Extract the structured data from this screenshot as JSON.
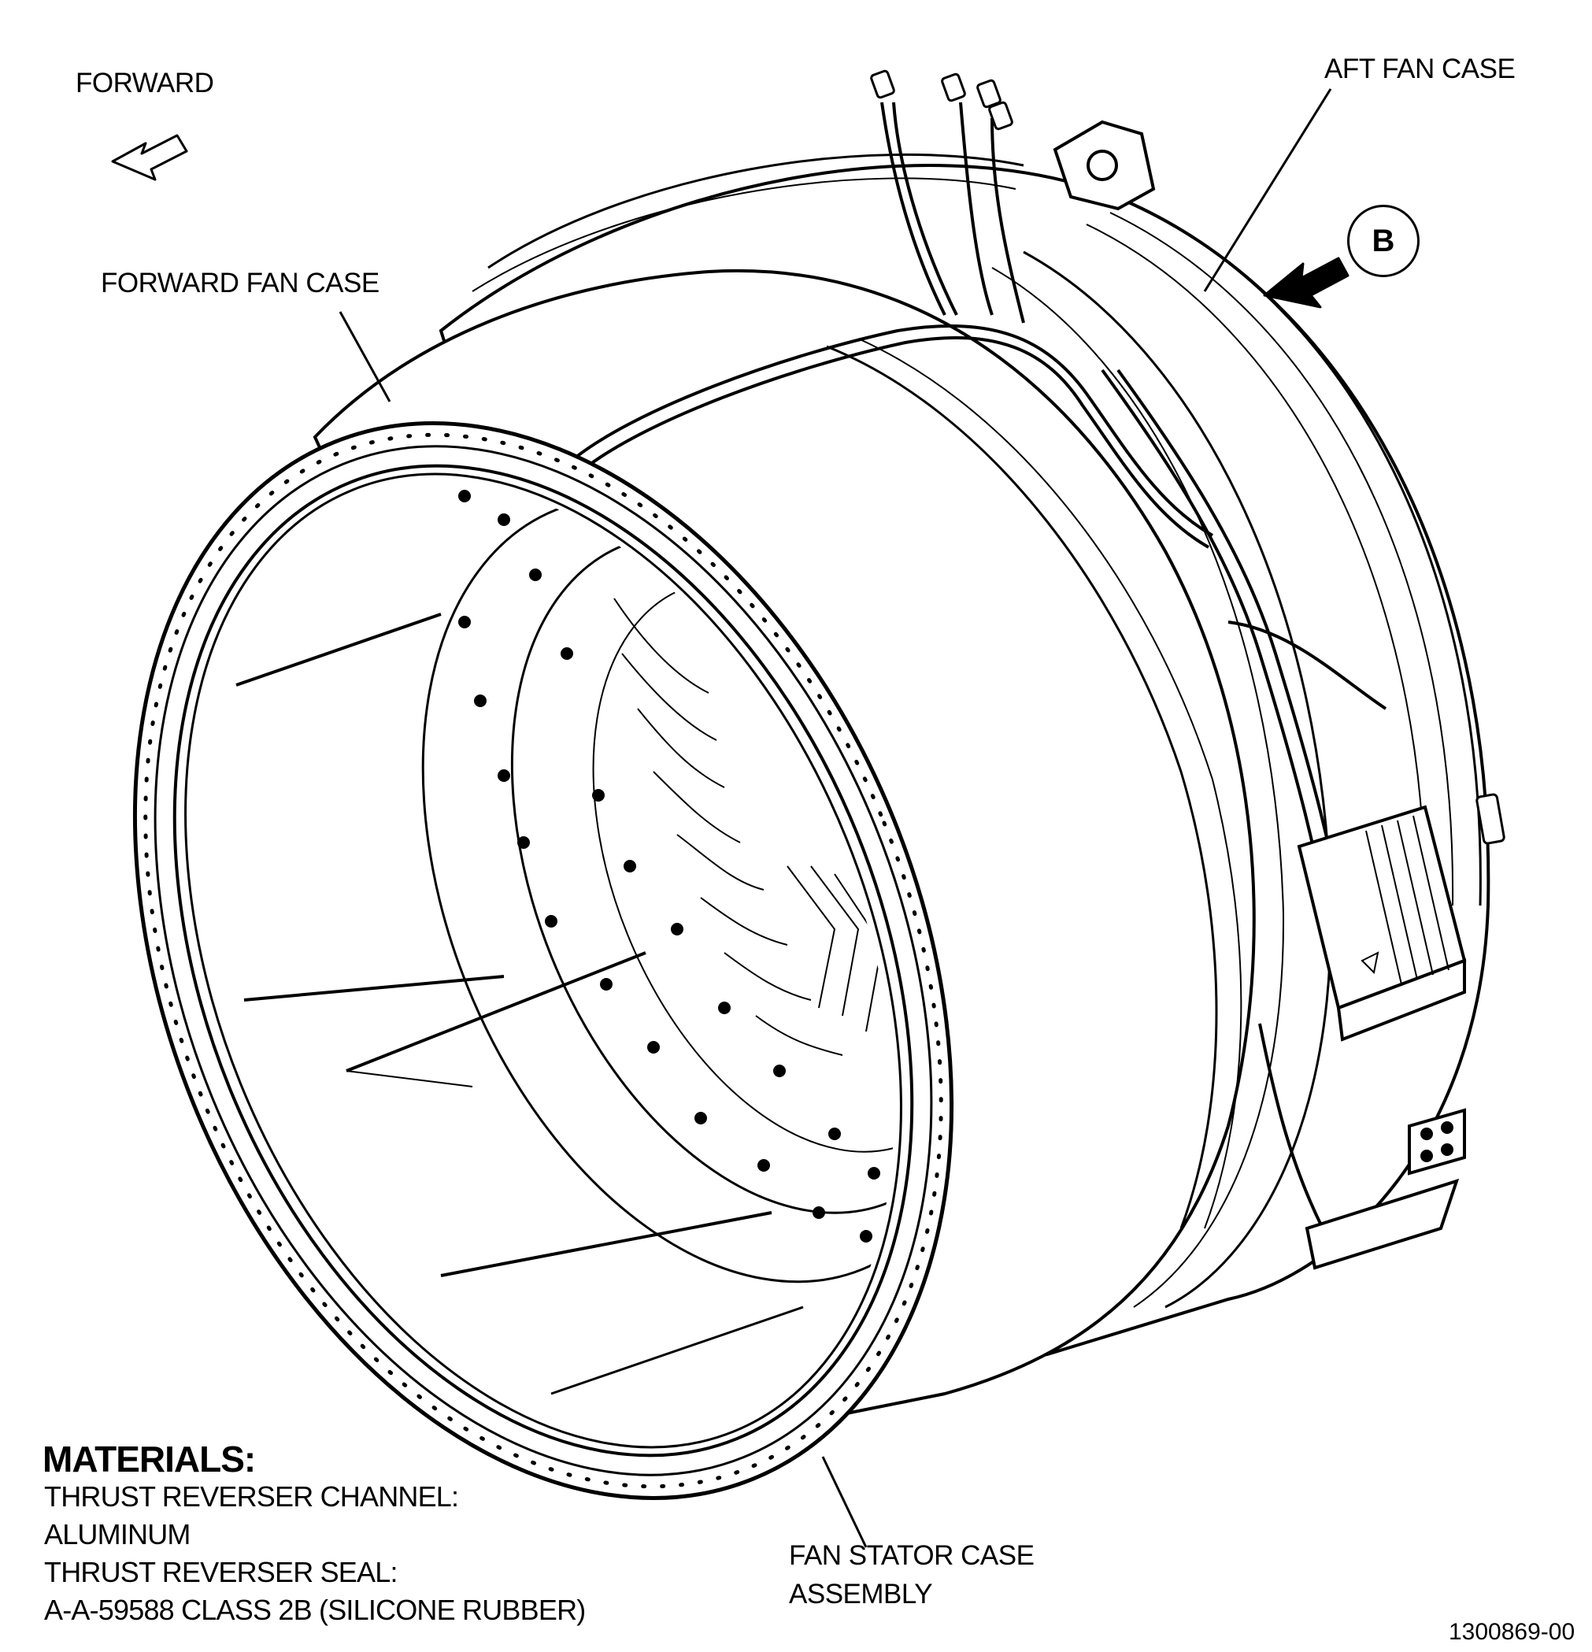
{
  "labels": {
    "forward": "FORWARD",
    "aft_fan_case": "AFT FAN CASE",
    "forward_fan_case": "FORWARD FAN CASE",
    "fan_stator_line1": "FAN STATOR CASE",
    "fan_stator_line2": "ASSEMBLY",
    "view_b": "B"
  },
  "materials": {
    "title": "MATERIALS:",
    "lines": [
      "THRUST REVERSER CHANNEL:",
      "ALUMINUM",
      "THRUST REVERSER SEAL:",
      "A-A-59588 CLASS 2B (SILICONE RUBBER)"
    ]
  },
  "figure_id": "1300869-00"
}
